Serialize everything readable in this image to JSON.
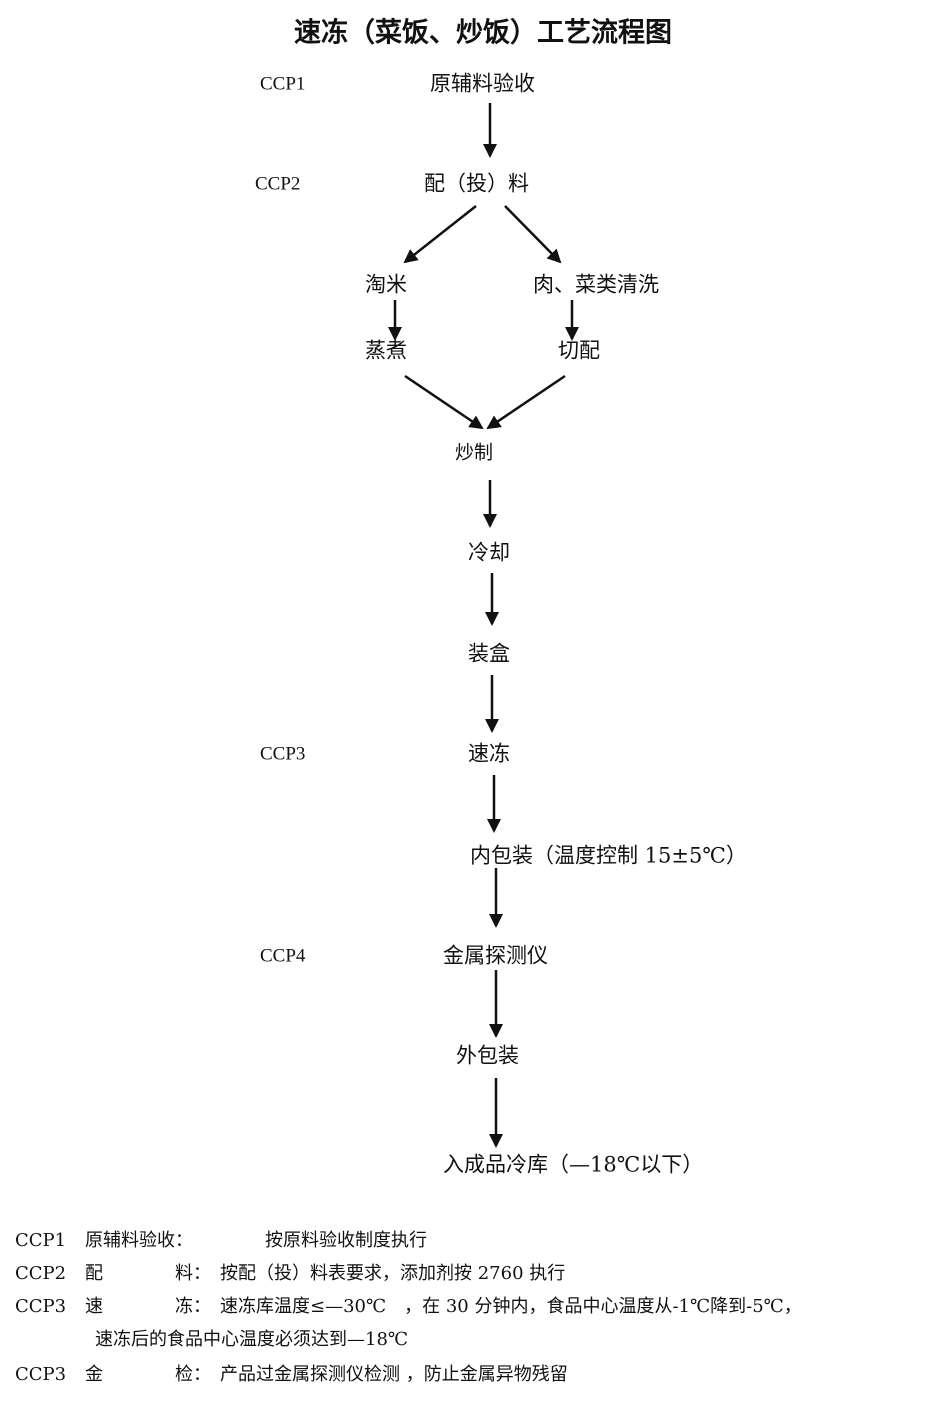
{
  "title": "速冻（菜饭、炒饭）工艺流程图",
  "ccp_labels": {
    "ccp1": "CCP1",
    "ccp2": "CCP2",
    "ccp3": "CCP3",
    "ccp4": "CCP4"
  },
  "nodes": {
    "raw_receive": "原辅料验收",
    "batching": "配（投）料",
    "wash_rice": "淘米",
    "wash_meat_veg": "肉、菜类清洗",
    "steam": "蒸煮",
    "cut": "切配",
    "stir_fry": "炒制",
    "cool": "冷却",
    "boxing": "装盒",
    "quick_freeze": "速冻",
    "inner_pack": "内包装（温度控制 15±5℃）",
    "metal_detect": "金属探测仪",
    "outer_pack": "外包装",
    "cold_storage": "入成品冷库（—18℃以下）"
  },
  "notes": [
    {
      "code": "CCP1",
      "name": "原辅料验收：",
      "desc": "按原料验收制度执行"
    },
    {
      "code": "CCP2",
      "name1": "配",
      "name2": "料：",
      "desc": "按配（投）料表要求，添加剂按 2760 执行"
    },
    {
      "code": "CCP3",
      "name1": "速",
      "name2": "冻：",
      "desc": "速冻库温度≤—30℃　，在 30 分钟内，食品中心温度从-1℃降到-5℃，",
      "desc2": "速冻后的食品中心温度必须达到—18℃"
    },
    {
      "code": "CCP3",
      "name1": "金",
      "name2": "检：",
      "desc": "产品过金属探测仪检测 ，防止金属异物残留"
    }
  ]
}
